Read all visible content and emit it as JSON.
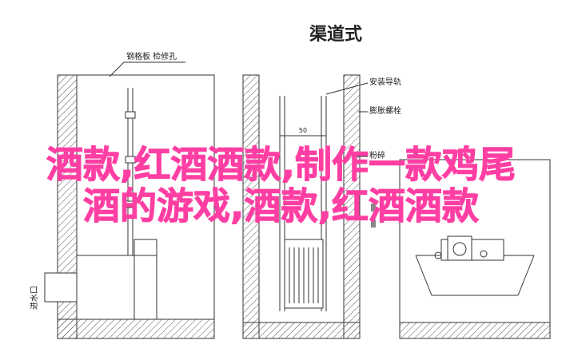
{
  "header": {
    "title": "渠道式"
  },
  "left_drawing": {
    "label_top": "钢格板 检修孔",
    "label_side": "进水口"
  },
  "right_drawing": {
    "callouts": [
      "安装导轨",
      "膨胀螺栓"
    ],
    "label_partial": "粉碎",
    "dimension_mark": "50"
  },
  "overlay": {
    "line_1": "酒款,红酒酒款,制作一款鸡尾",
    "line_2": "酒的游戏,酒款,红酒酒款"
  },
  "colors": {
    "line": "#333333",
    "overlay_text": "#ff3fa3",
    "hatch": "#555555"
  }
}
